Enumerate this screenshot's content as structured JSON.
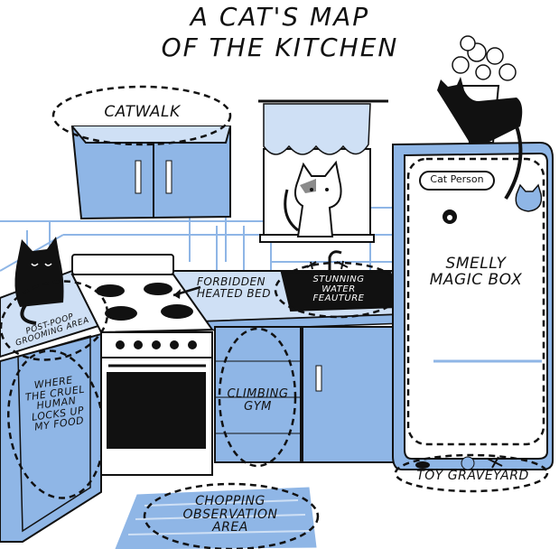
{
  "title": {
    "line1": "A CAT'S MAP",
    "line2": "OF THE KITCHEN"
  },
  "labels": {
    "catwalk": "CATWALK",
    "forbidden_heated_bed": "FORBIDDEN\nHEATED BED",
    "stunning_water_feature": "STUNNING\nWATER\nFEAUTURE",
    "smelly_magic_box": "SMELLY\nMAGIC BOX",
    "post_poop_grooming_area": "POST-POOP\nGROOMING AREA",
    "where_the_cruel_human": "WHERE\nTHE CRUEL\nHUMAN\nLOCKS UP\nMY FOOD",
    "climbing_gym": "CLIMBING\nGYM",
    "toy_graveyard": "TOY GRAVEYARD",
    "chopping_observation_area": "CHOPPING\nOBSERVATION\nAREA",
    "fridge_brand": "Cat Person"
  },
  "colors": {
    "cabinet_blue": "#8fb6e6",
    "light_blue": "#cfe0f5",
    "outline": "#111111"
  }
}
